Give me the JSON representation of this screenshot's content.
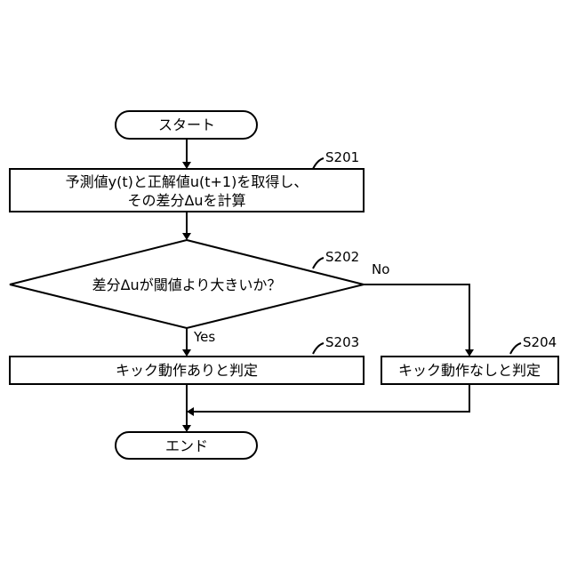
{
  "flowchart": {
    "start_label": "スタート",
    "end_label": "エンド",
    "steps": [
      {
        "tag": "S201",
        "lines": [
          "予測値y(t)と正解値u(t+1)を取得し、",
          "その差分Δuを計算"
        ]
      },
      {
        "tag": "S202",
        "text": "差分Δuが閾値より大きいか？",
        "yes_label": "Yes",
        "no_label": "No"
      },
      {
        "tag": "S203",
        "text": "キック動作ありと判定"
      },
      {
        "tag": "S204",
        "text": "キック動作なしと判定"
      }
    ]
  }
}
